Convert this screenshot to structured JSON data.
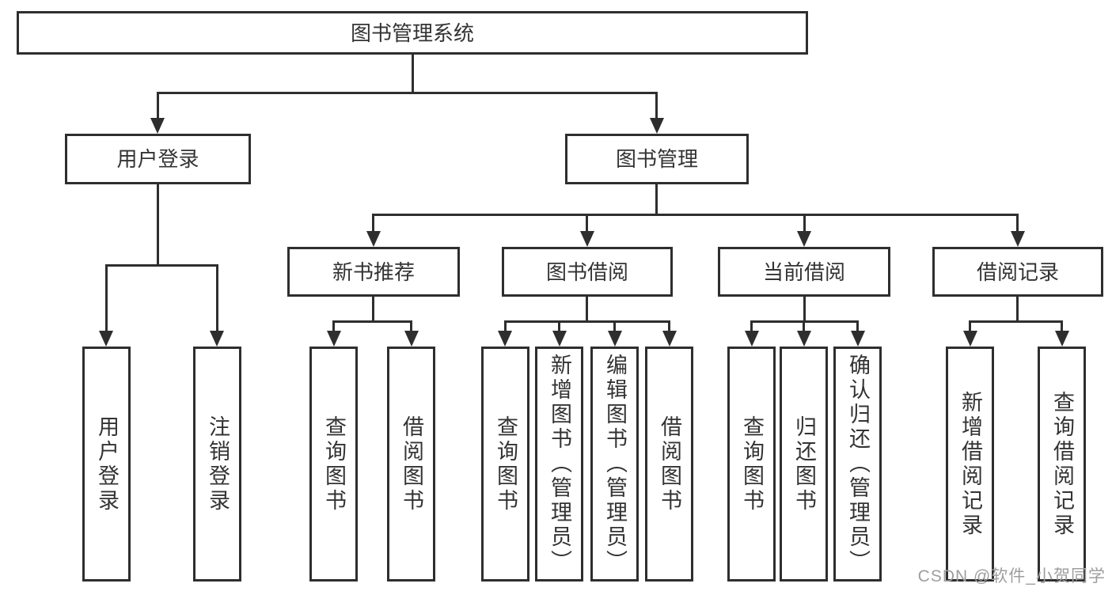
{
  "nodes": {
    "root": "图书管理系统",
    "user_login": "用户登录",
    "book_mgmt": "图书管理",
    "new_book_rec": "新书推荐",
    "book_borrow": "图书借阅",
    "current_borrow": "当前借阅",
    "borrow_records": "借阅记录",
    "leaf_user_login": "用户登录",
    "leaf_logout": "注销登录",
    "leaf_rec_query": "查询图书",
    "leaf_rec_borrow": "借阅图书",
    "leaf_bb_query": "查询图书",
    "leaf_bb_add": "新增图书（管理员）",
    "leaf_bb_edit": "编辑图书（管理员）",
    "leaf_bb_borrow": "借阅图书",
    "leaf_cb_query": "查询图书",
    "leaf_cb_return": "归还图书",
    "leaf_cb_confirm": "确认归还（管理员）",
    "leaf_br_add": "新增借阅记录",
    "leaf_br_query": "查询借阅记录"
  },
  "hierarchy": {
    "图书管理系统": {
      "用户登录": [
        "用户登录",
        "注销登录"
      ],
      "图书管理": {
        "新书推荐": [
          "查询图书",
          "借阅图书"
        ],
        "图书借阅": [
          "查询图书",
          "新增图书（管理员）",
          "编辑图书（管理员）",
          "借阅图书"
        ],
        "当前借阅": [
          "查询图书",
          "归还图书",
          "确认归还（管理员）"
        ],
        "借阅记录": [
          "新增借阅记录",
          "查询借阅记录"
        ]
      }
    }
  },
  "watermark": "CSDN @软件_小贺同学",
  "colors": {
    "line": "#2e2e2e",
    "text": "#333333",
    "watermark": "#9e9e9e",
    "background": "#ffffff"
  }
}
